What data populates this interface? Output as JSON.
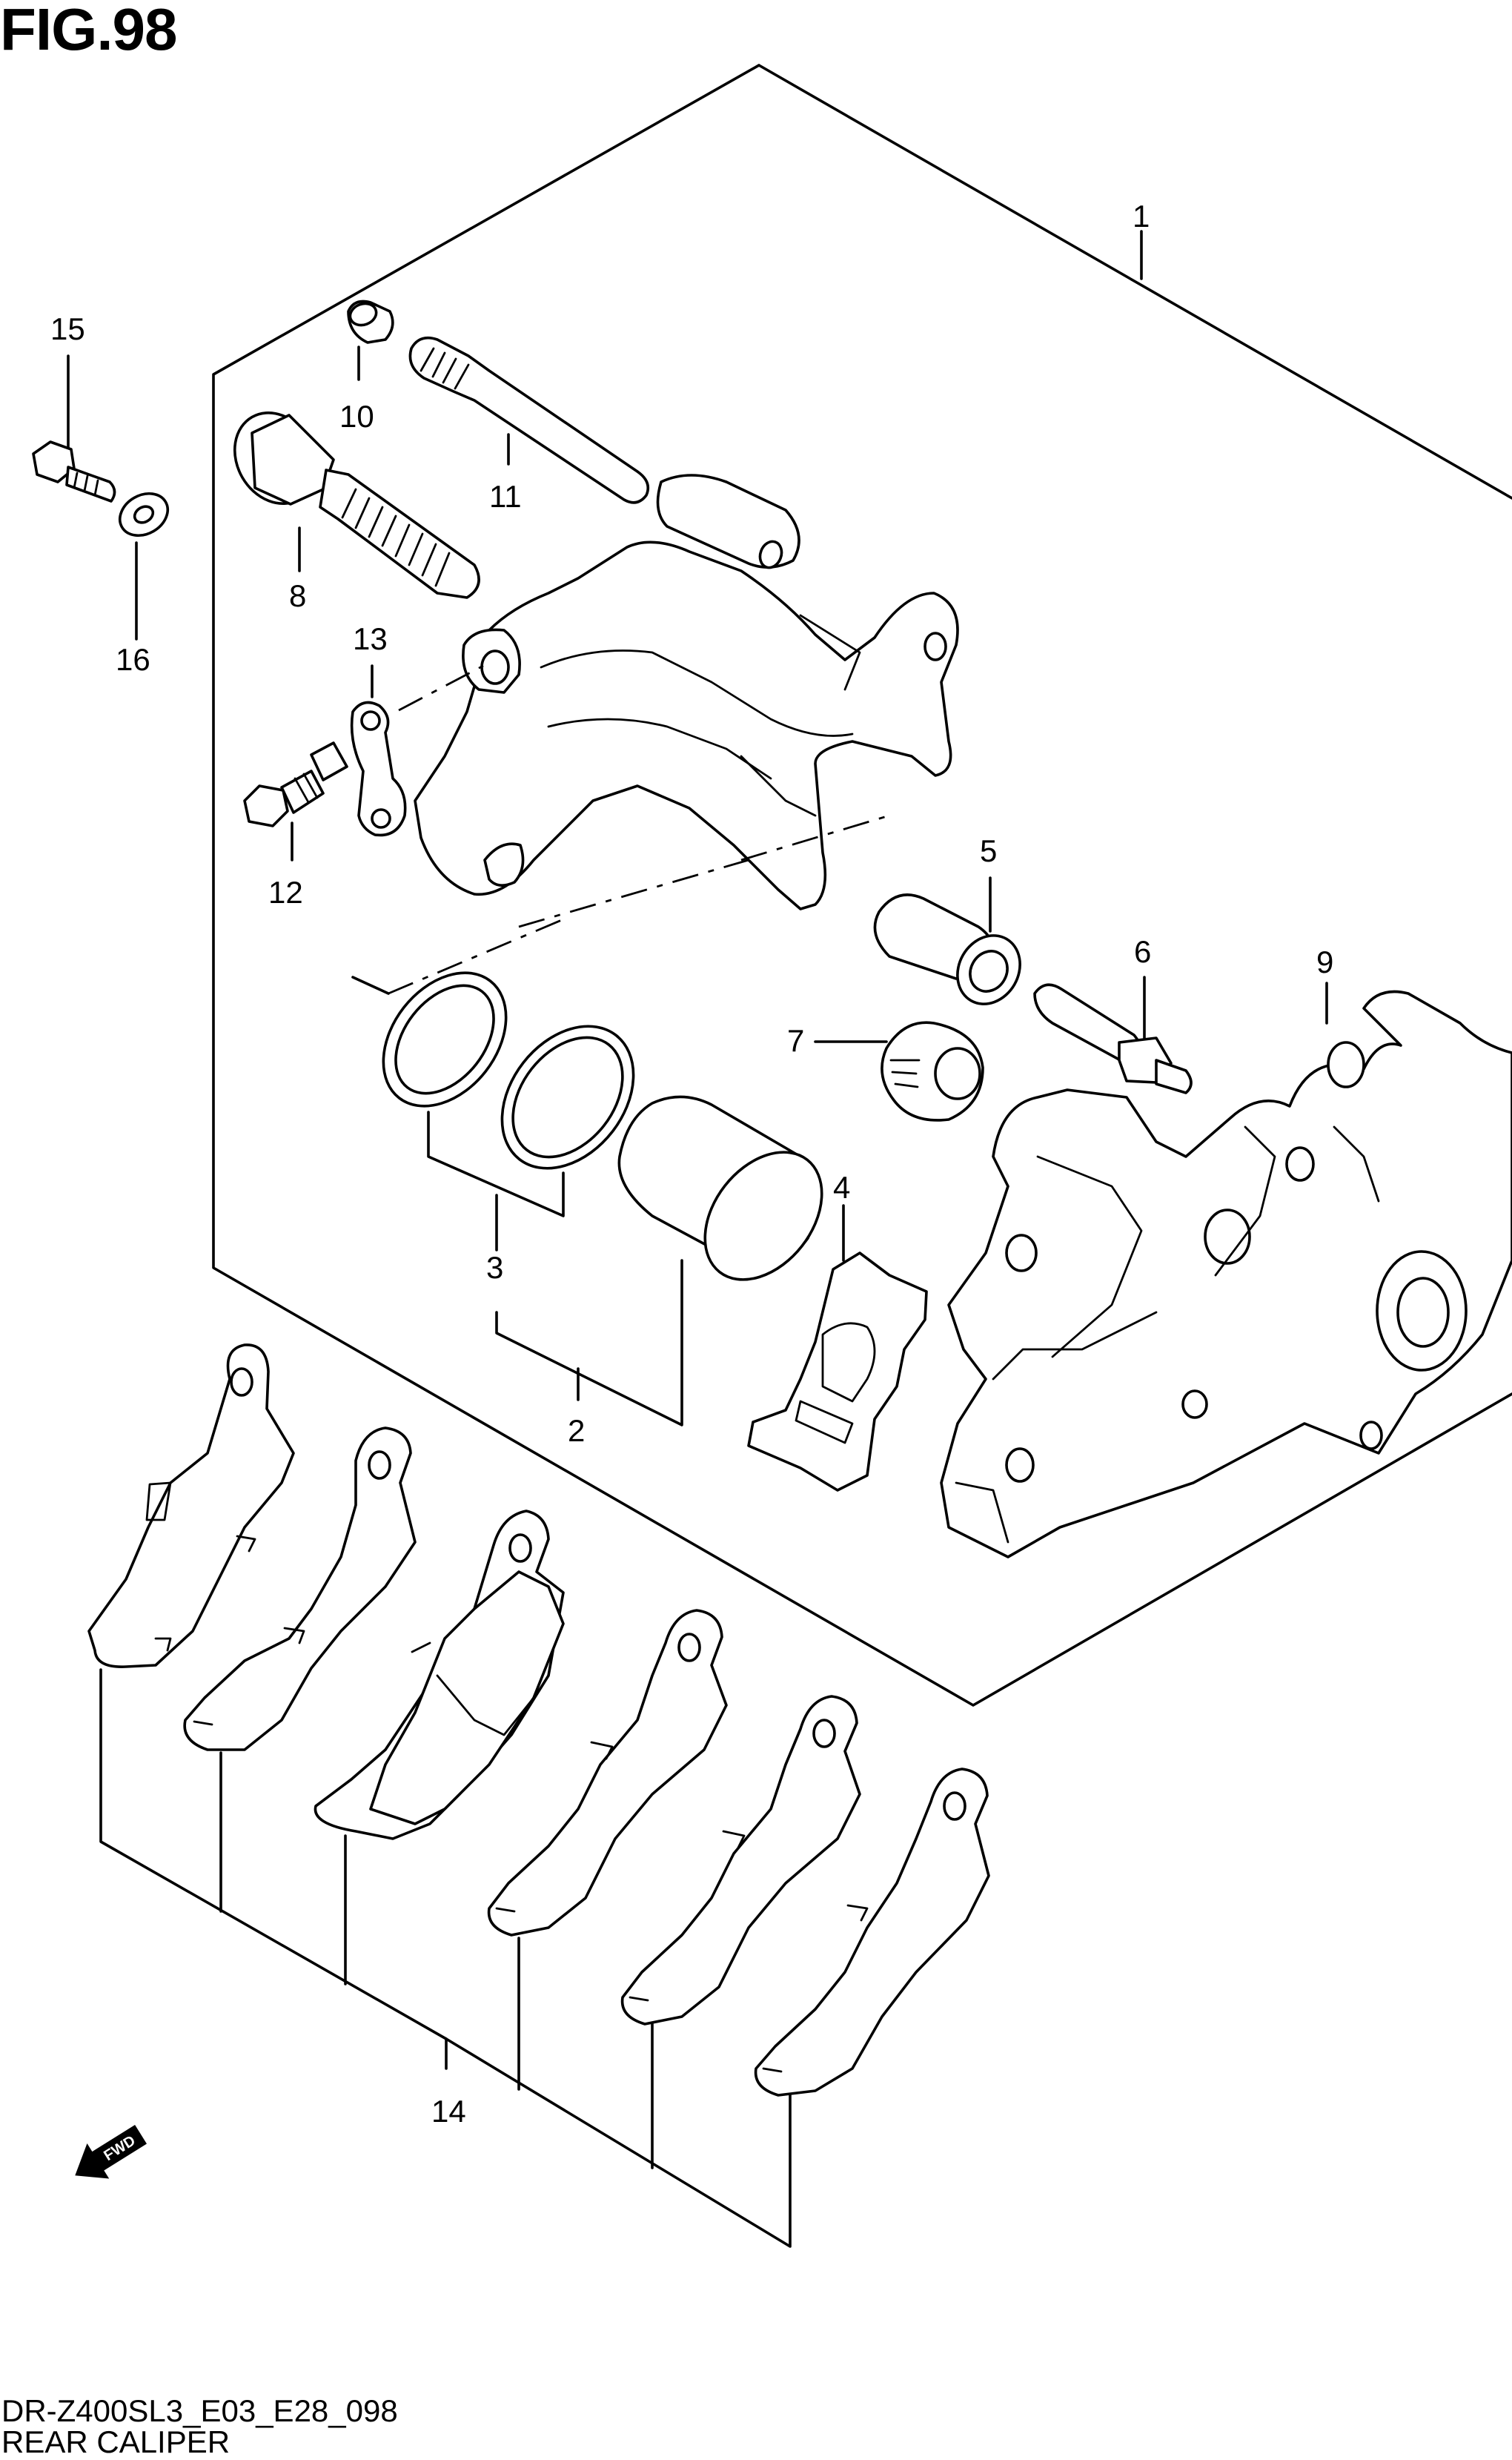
{
  "figure": {
    "title": "FIG.98"
  },
  "callouts": {
    "p1": "1",
    "p2": "2",
    "p3": "3",
    "p4": "4",
    "p5": "5",
    "p6": "6",
    "p7": "7",
    "p8": "8",
    "p9": "9",
    "p10": "10",
    "p11": "11",
    "p12": "12",
    "p13": "13",
    "p14": "14",
    "p15": "15",
    "p16": "16"
  },
  "fwd_arrow": {
    "label": "FWD"
  },
  "footer": {
    "code": "DR-Z400SL3_E03_E28_098",
    "name": "REAR CALIPER"
  }
}
